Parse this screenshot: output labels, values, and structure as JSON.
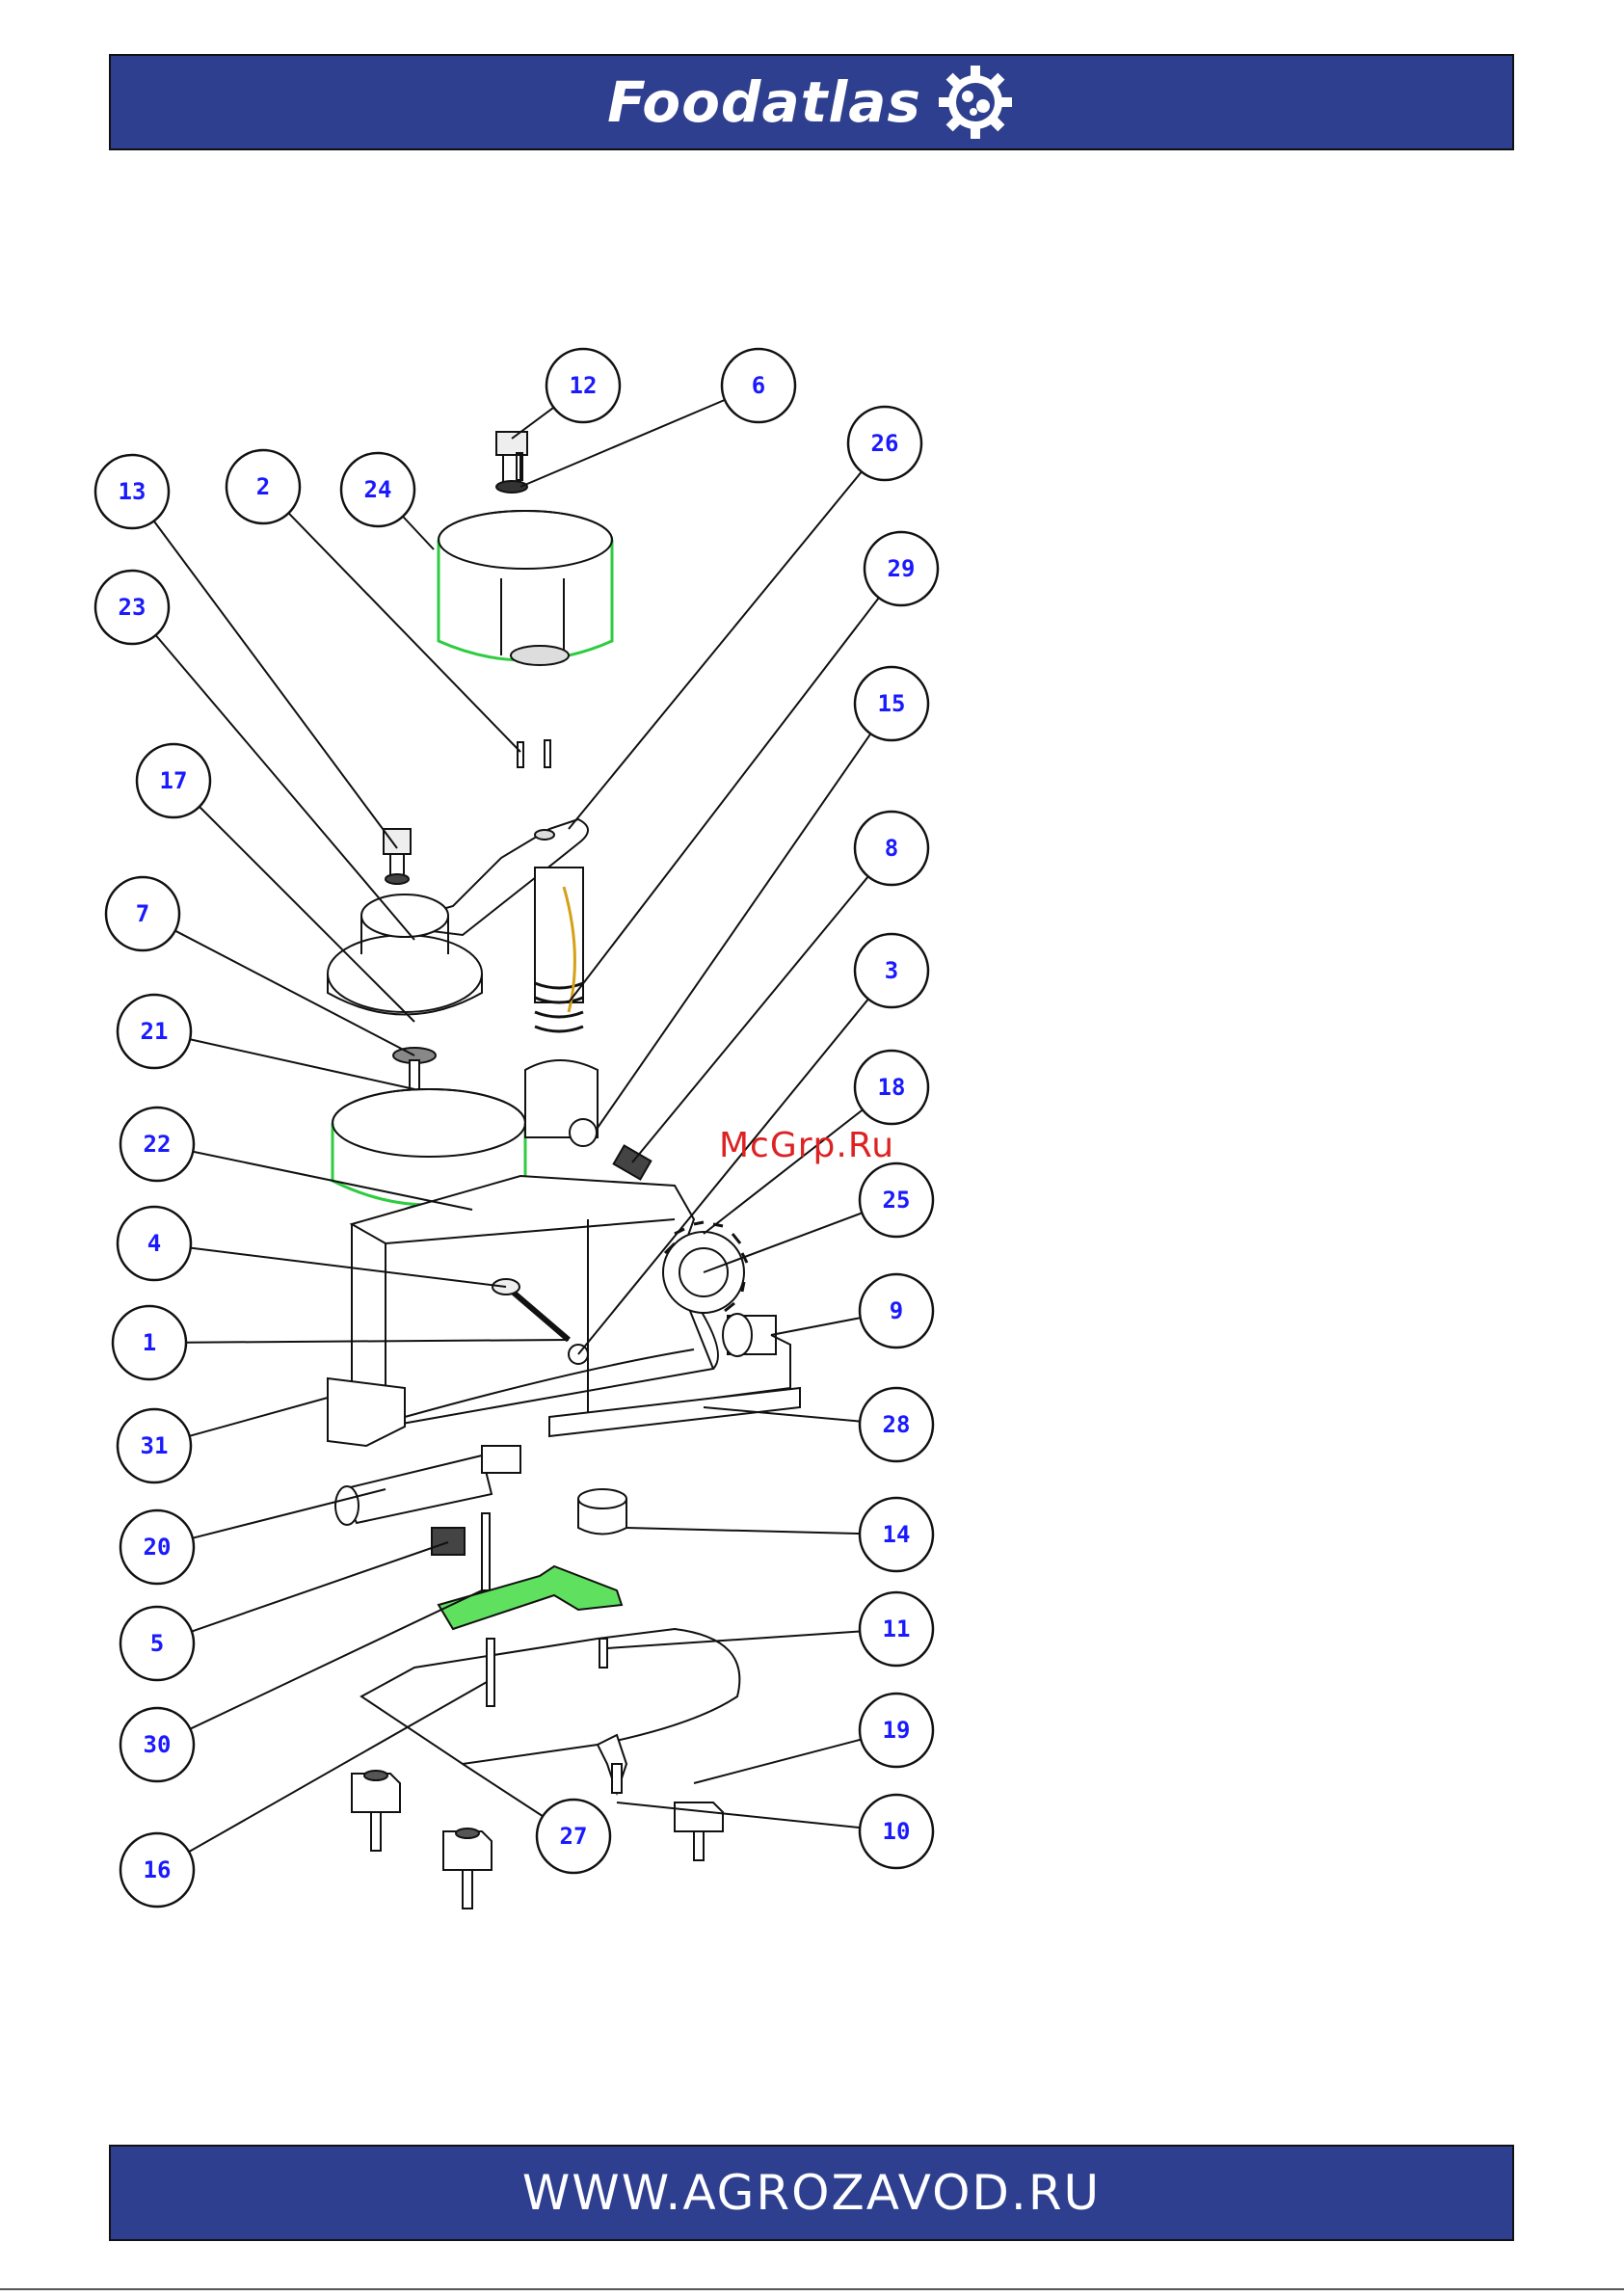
{
  "header": {
    "brand": "Foodatlas",
    "brand_color": "#2e3f8f"
  },
  "footer": {
    "url": "WWW.AGROZAVOD.RU"
  },
  "watermark": "McGrp.Ru",
  "callouts": [
    "12",
    "6",
    "26",
    "13",
    "2",
    "24",
    "29",
    "23",
    "15",
    "17",
    "8",
    "7",
    "3",
    "21",
    "18",
    "22",
    "25",
    "4",
    "9",
    "1",
    "28",
    "31",
    "14",
    "20",
    "11",
    "5",
    "19",
    "30",
    "10",
    "16",
    "27"
  ]
}
